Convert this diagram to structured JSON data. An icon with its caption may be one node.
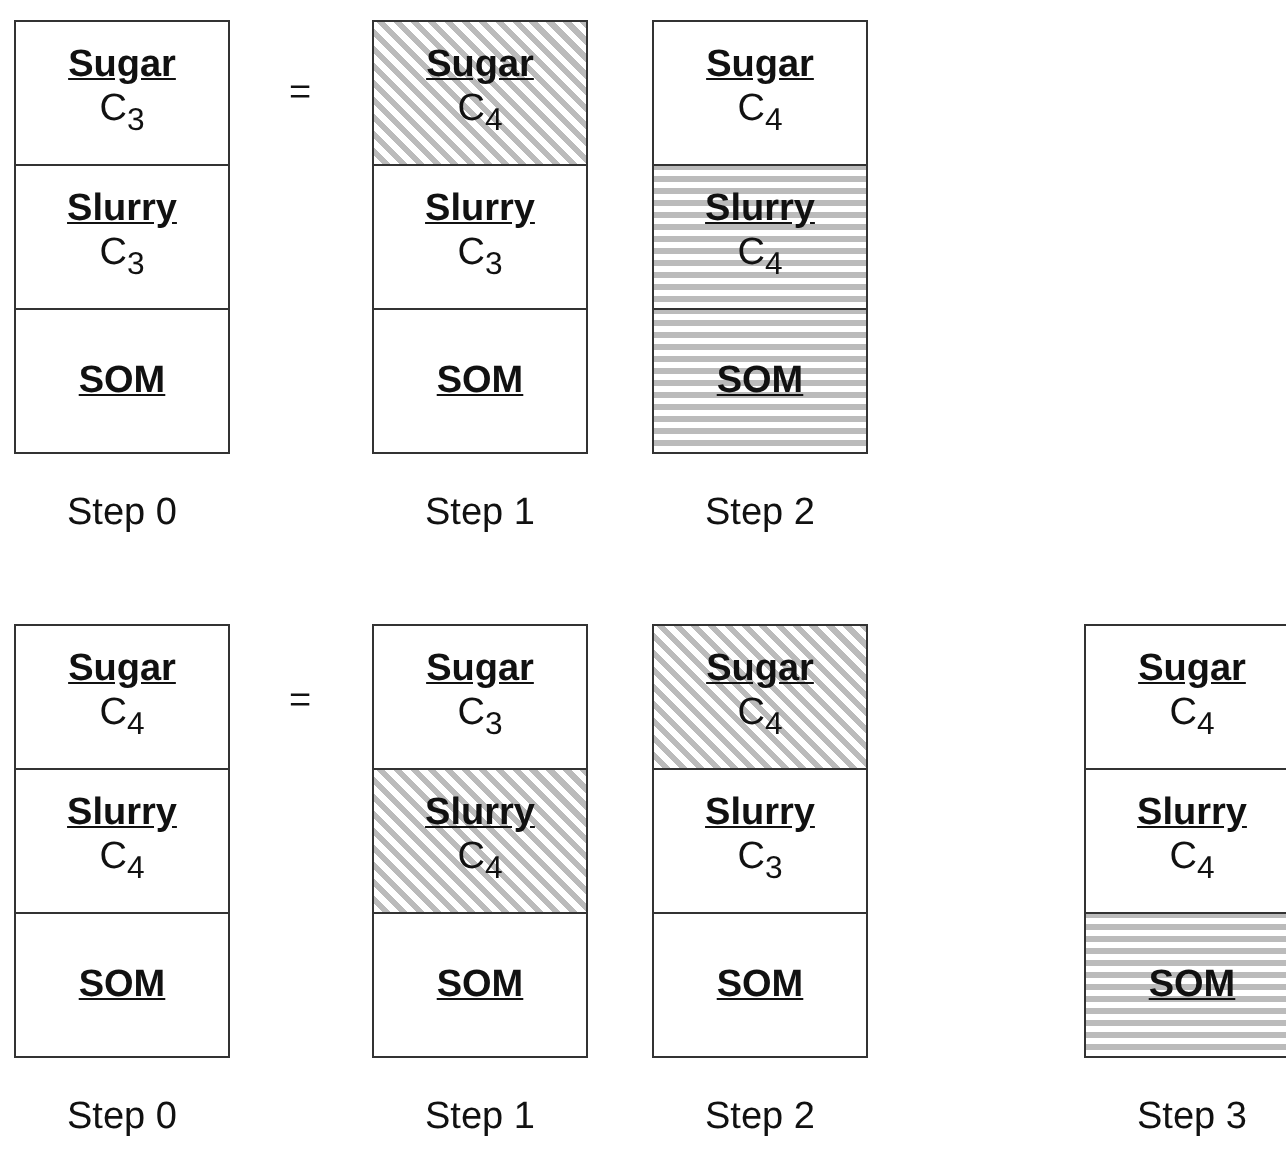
{
  "diagram": {
    "nodes": [
      {
        "text": [
          "Sugar",
          "C$_{3}$"
        ]
      },
      {
        "text": [
          "Slurry",
          "C$_{3}$"
        ]
      },
      {
        "text": [
          "SOM"
        ]
      },
      {
        "text": [
          "Sugar",
          "C$_{4}$"
        ]
      },
      {
        "text": [
          "Slurry",
          "C$_{3}$"
        ]
      },
      {
        "text": [
          "SOM"
        ]
      },
      {
        "text": [
          "Sugar",
          "C$_{4}$"
        ]
      },
      {
        "text": [
          "Slurry",
          "C$_{4}$"
        ]
      },
      {
        "text": [
          "SOM"
        ]
      },
      {
        "text": [
          "Sugar",
          "C$_{4}$"
        ]
      },
      {
        "text": [
          "Slurry",
          "C$_{4}$"
        ]
      },
      {
        "text": [
          "SOM"
        ]
      },
      {
        "text": [
          "Sugar",
          "C$_{3}$"
        ]
      },
      {
        "text": [
          "Slurry",
          "C$_{4}$"
        ]
      },
      {
        "text": [
          "SOM"
        ]
      },
      {
        "text": [
          "Sugar",
          "C$_{4}$"
        ]
      },
      {
        "text": [
          "Slurry",
          "C$_{3}$"
        ]
      },
      {
        "text": [
          "SOM"
        ]
      },
      {
        "text": [
          "Sugar",
          "C$_{4}$"
        ]
      },
      {
        "text": [
          "Slurry",
          "C$_{4}$"
        ]
      },
      {
        "text": [
          "SOM"
        ]
      }
    ],
    "labels": [
      "=",
      "Step 0",
      "Step 1",
      "Step 2",
      "=",
      "Step 0",
      "Step 1",
      "Step 2",
      "Step 3"
    ]
  }
}
